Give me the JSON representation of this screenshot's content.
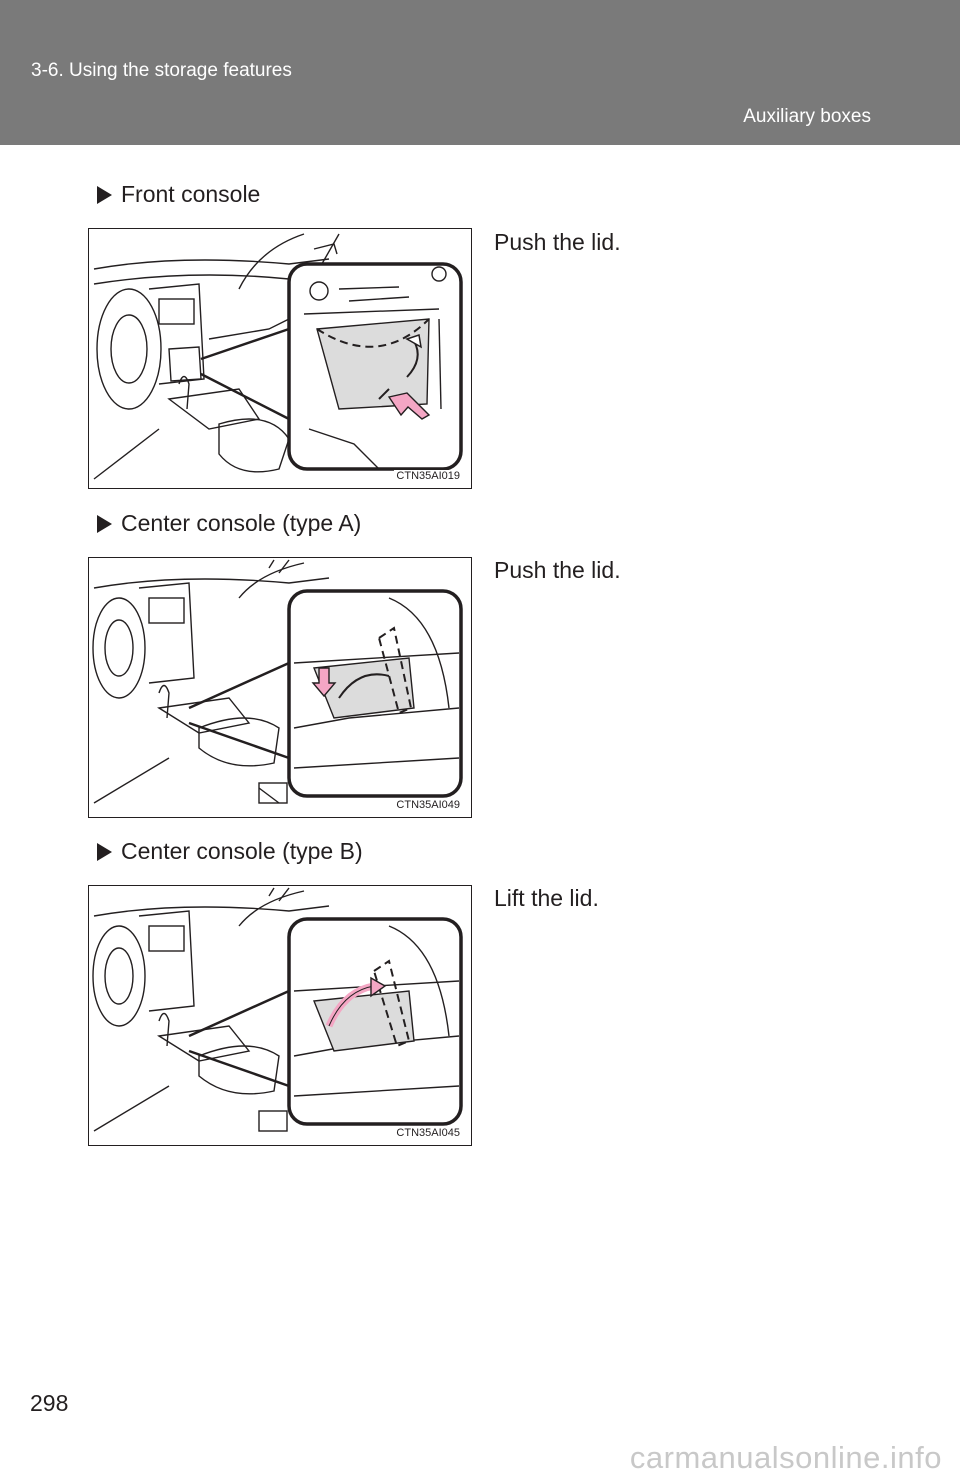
{
  "header": {
    "section": "3-6. Using the storage features",
    "topic": "Auxiliary boxes"
  },
  "sections": [
    {
      "heading": "Front console",
      "instruction": "Push the lid.",
      "figure_code": "CTN35AI019"
    },
    {
      "heading": "Center console (type A)",
      "instruction": "Push the lid.",
      "figure_code": "CTN35AI049"
    },
    {
      "heading": "Center console (type B)",
      "instruction": "Lift the lid.",
      "figure_code": "CTN35AI045"
    }
  ],
  "page_number": "298",
  "watermark": "carmanualsonline.info",
  "colors": {
    "header_bg": "#7a7a7a",
    "arrow_pink": "#f4a6c4",
    "lid_gray": "#dcdcdc"
  }
}
